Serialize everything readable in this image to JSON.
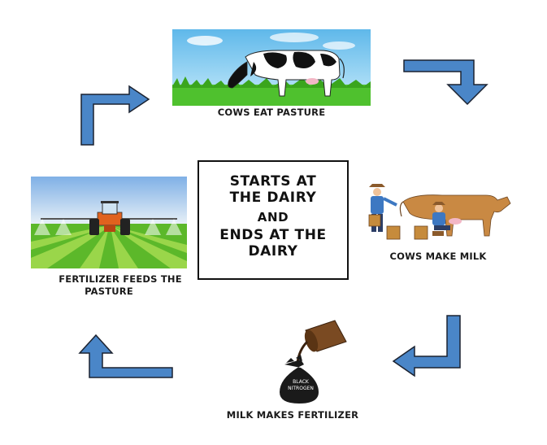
{
  "captions": {
    "cows_eat": "COWS EAT PASTURE",
    "cows_milk": "COWS MAKE MILK",
    "milk_fertilizer": "MILK MAKES FERTILIZER",
    "fertilizer_line1": "FERTILIZER FEEDS THE",
    "fertilizer_line2": "PASTURE"
  },
  "center": {
    "line1": "STARTS AT",
    "line2": "THE  DAIRY",
    "line3": "AND",
    "line4": "ENDS AT THE",
    "line5": "DAIRY"
  },
  "bag_label": {
    "line1": "BLACK",
    "line2": "NITROGEN"
  },
  "colors": {
    "arrow_fill": "#4a86c8",
    "arrow_stroke": "#1b2230",
    "grass": "#4fc12e",
    "sky": "#8fd0f2"
  }
}
